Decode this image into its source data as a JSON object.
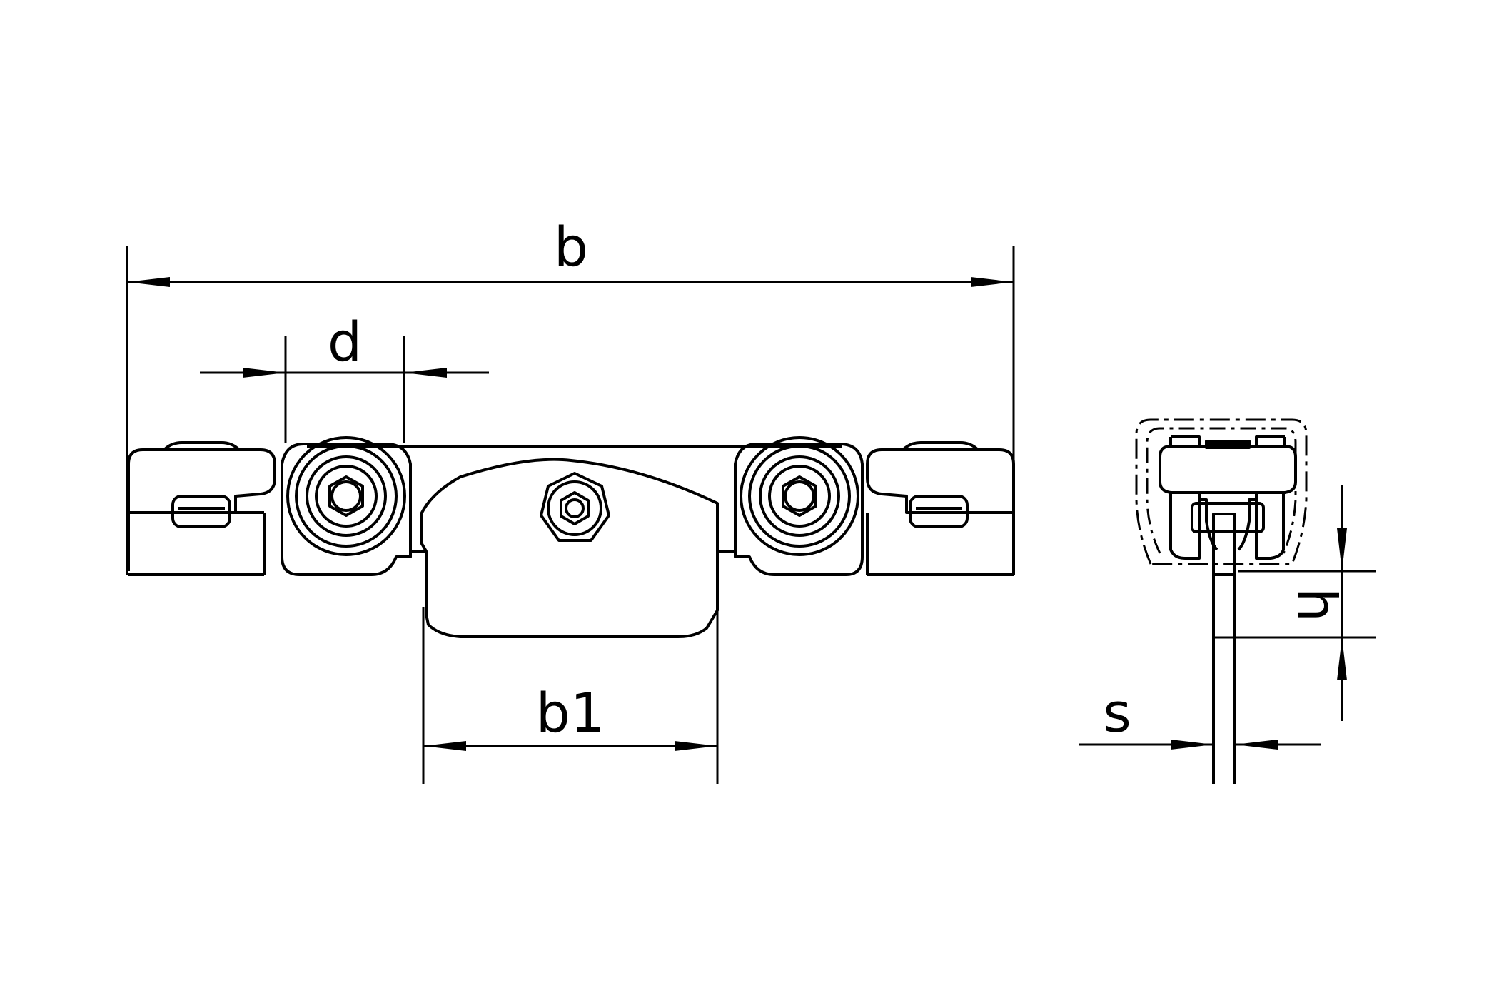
{
  "drawing": {
    "stroke_color": "#000000",
    "background_color": "#ffffff",
    "dimensions": {
      "b": "b",
      "d": "d",
      "b1": "b1",
      "h": "h",
      "s": "s"
    }
  }
}
